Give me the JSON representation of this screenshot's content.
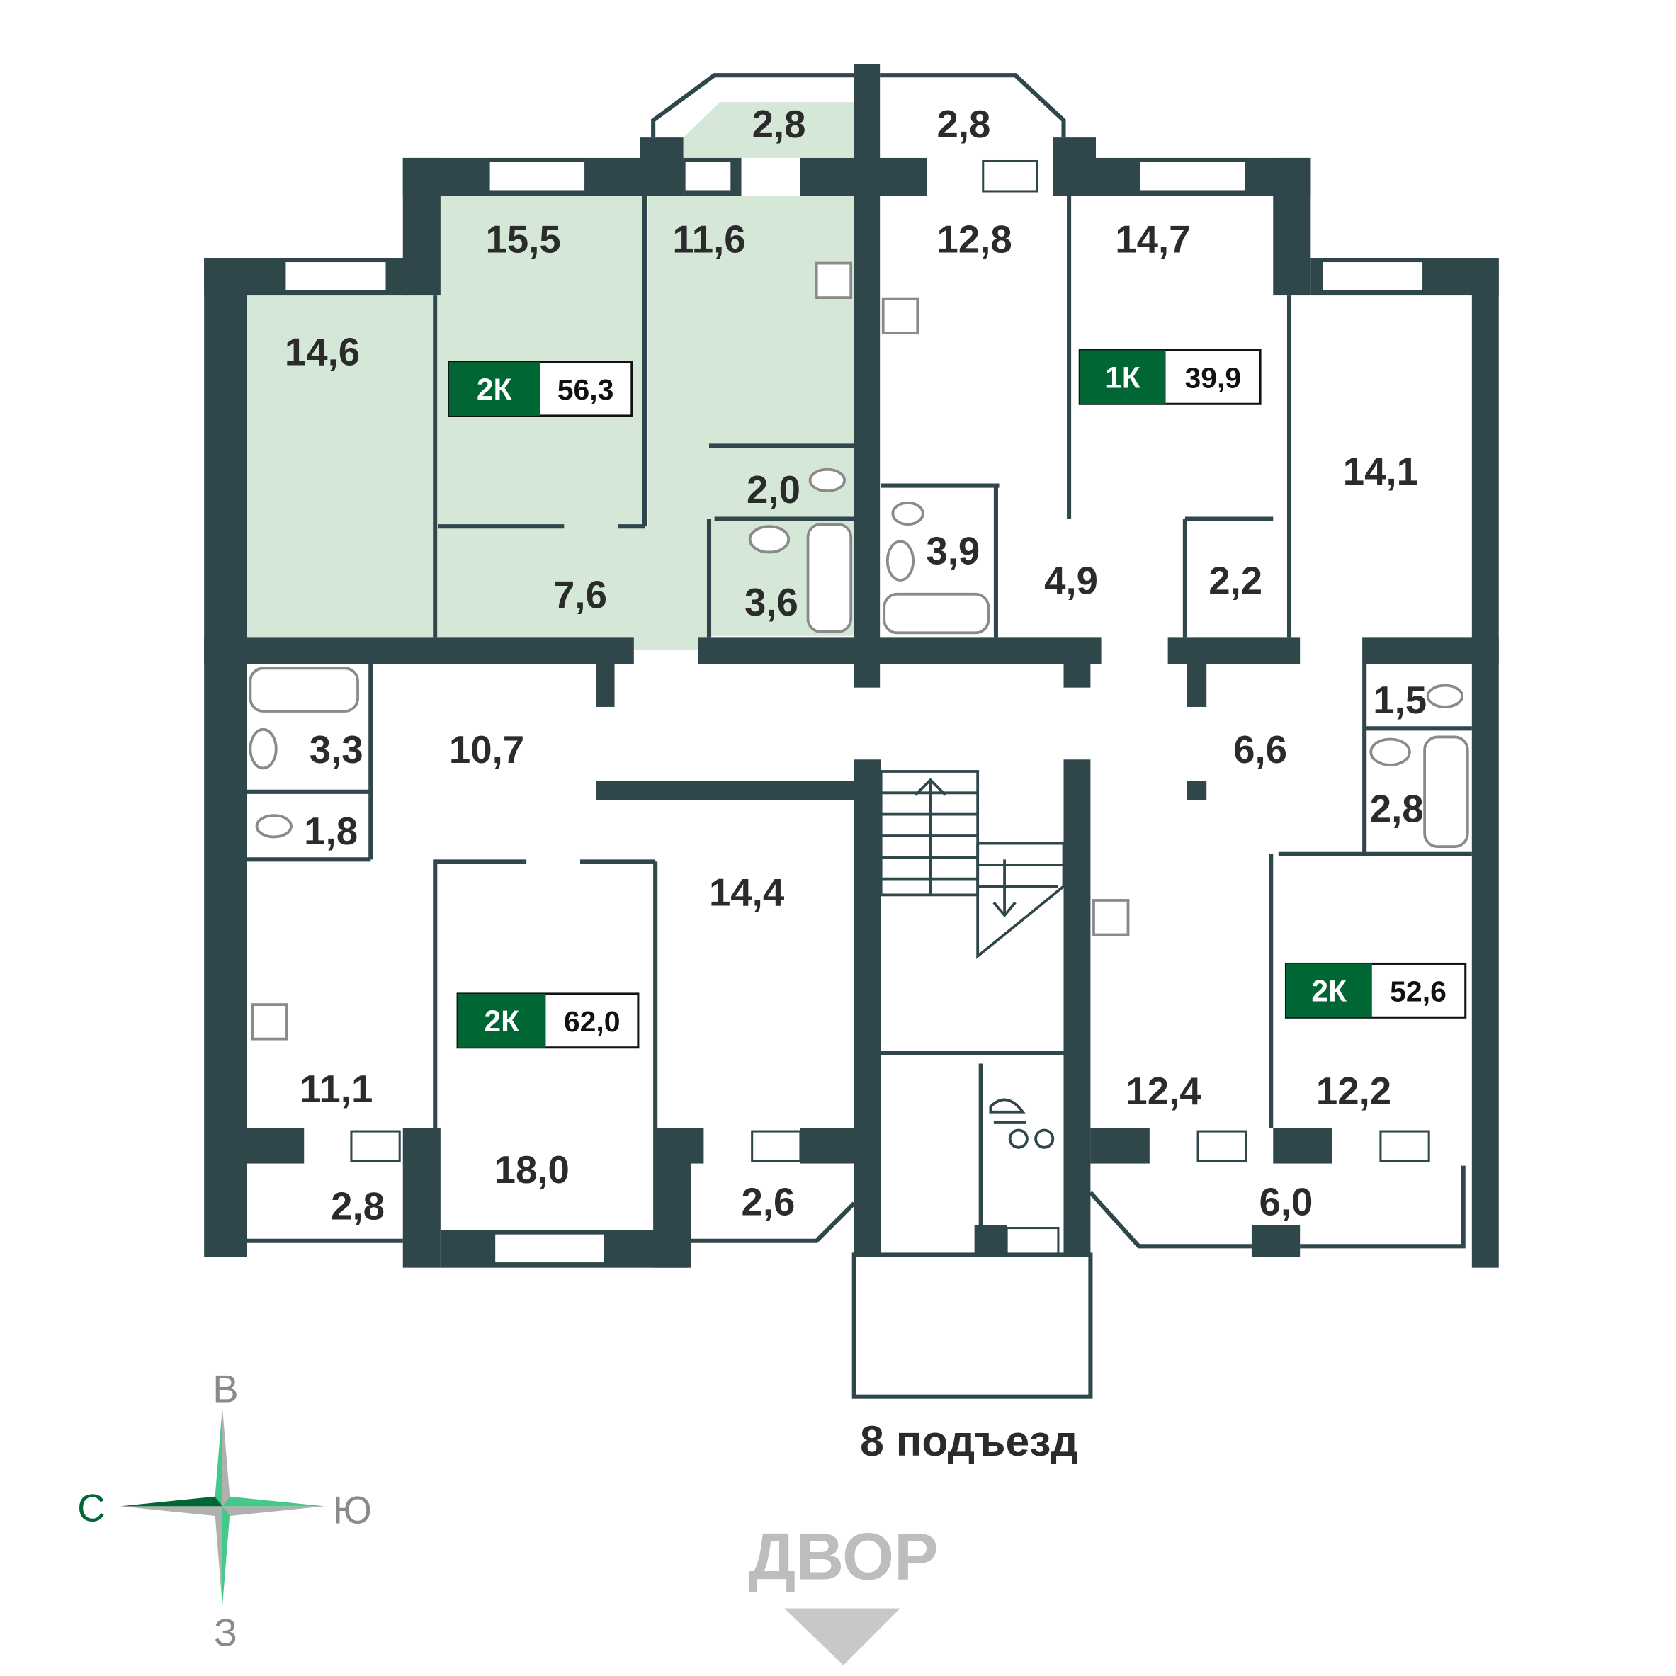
{
  "colors": {
    "wall": "#2f464b",
    "highlight": "#d5e8d8",
    "badge": "#006633",
    "compass_green": "#45c98a",
    "compass_dark": "#006633",
    "compass_gray": "#b0b0b0"
  },
  "rooms": [
    "2,8",
    "2,8",
    "15,5",
    "11,6",
    "12,8",
    "14,7",
    "14,6",
    "14,1",
    "2,0",
    "3,9",
    "4,9",
    "2,2",
    "7,6",
    "3,6",
    "3,3",
    "10,7",
    "6,6",
    "1,5",
    "1,8",
    "2,8",
    "14,4",
    "11,1",
    "12,4",
    "12,2",
    "18,0",
    "2,8",
    "2,6",
    "6,0"
  ],
  "apartments": [
    {
      "type": "2К",
      "area": "56,3",
      "highlighted": true
    },
    {
      "type": "1К",
      "area": "39,9",
      "highlighted": false
    },
    {
      "type": "2К",
      "area": "62,0",
      "highlighted": false
    },
    {
      "type": "2К",
      "area": "52,6",
      "highlighted": false
    }
  ],
  "entrance_label": "8 подъезд",
  "yard_label": "ДВОР",
  "compass": {
    "north": "С",
    "east": "В",
    "south": "Ю",
    "west": "З"
  },
  "icons": [
    "stairs-up-icon",
    "stairs-down-icon",
    "stroller-bicycle-icon",
    "stove-icon",
    "sink-icon",
    "bathtub-icon",
    "toilet-icon"
  ]
}
